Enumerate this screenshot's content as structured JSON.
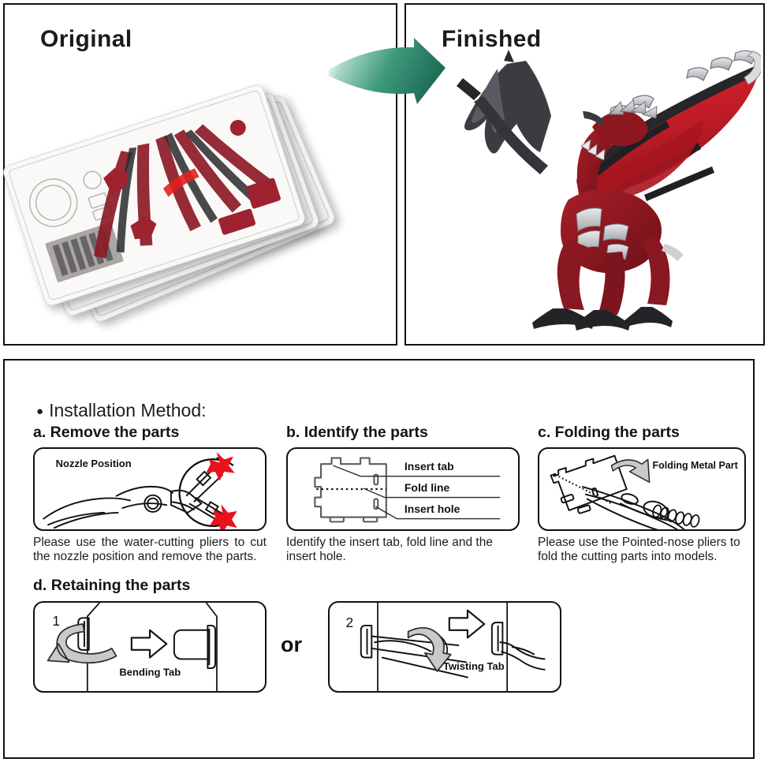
{
  "top": {
    "original": {
      "title": "Original",
      "image_alt": "three-metal-sprue-sheets"
    },
    "finished": {
      "title": "Finished",
      "image_alt": "assembled-red-metal-dragon-model"
    },
    "arrow": {
      "name": "green-curved-arrow",
      "color": "#2b8268"
    }
  },
  "instructions": {
    "heading": "Installation Method:",
    "bullet": "●",
    "steps": [
      {
        "id": "a",
        "heading": "a. Remove the parts",
        "figure_label": "Nozzle Position",
        "caption": "Please use the water-cutting pliers to cut the nozzle position and remove the parts."
      },
      {
        "id": "b",
        "heading": "b. Identify the parts",
        "labels": [
          "Insert tab",
          "Fold line",
          "Insert hole"
        ],
        "caption": "Identify the insert tab, fold line and the insert hole."
      },
      {
        "id": "c",
        "heading": "c. Folding the parts",
        "figure_label": "Folding Metal Part",
        "caption": "Please use the Pointed-nose pliers to fold the cutting parts into models."
      },
      {
        "id": "d",
        "heading": "d. Retaining the parts",
        "separator": "or",
        "options": [
          {
            "number": "1",
            "label": "Bending Tab"
          },
          {
            "number": "2",
            "label": "Twisting Tab"
          }
        ]
      }
    ]
  },
  "colors": {
    "arrow_green_dark": "#1f6e57",
    "arrow_green_light": "#7cc3ab",
    "accent_red": "#e02020",
    "model_red": "#b0202c",
    "ink": "#111111",
    "gray_arrow": "#c9c9c9"
  }
}
